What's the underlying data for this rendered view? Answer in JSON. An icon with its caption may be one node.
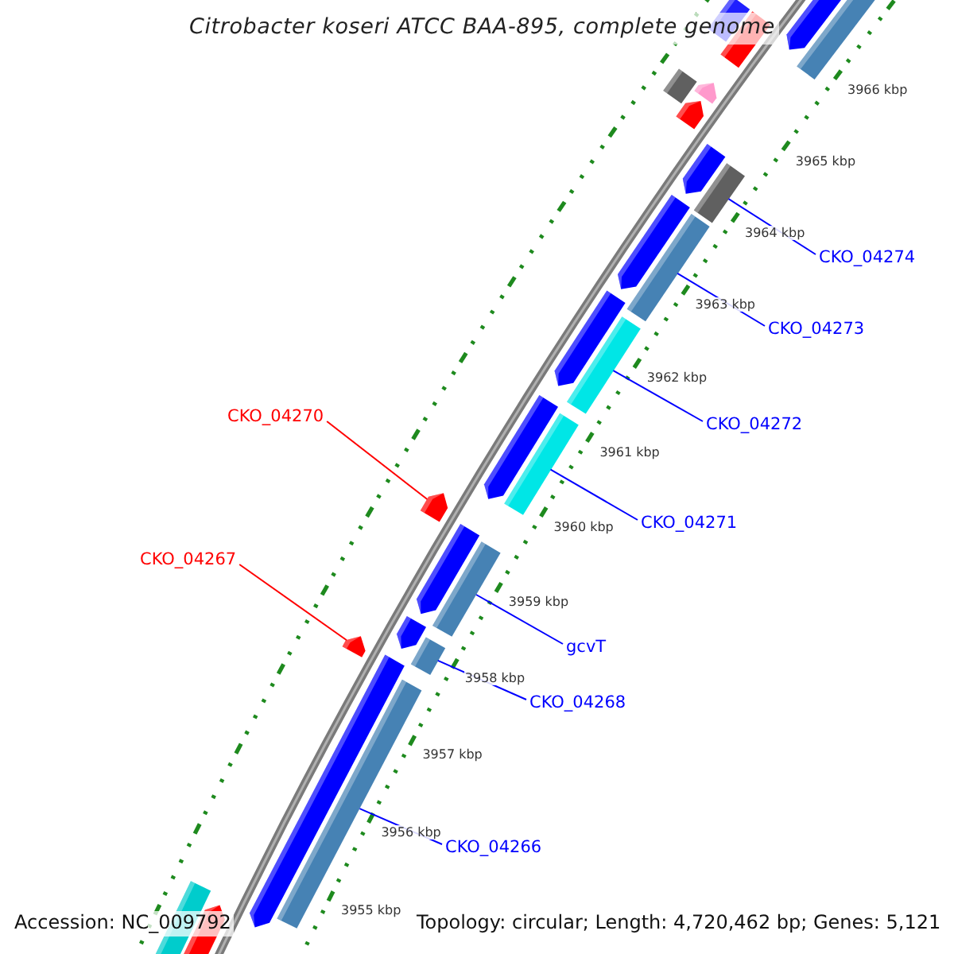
{
  "diagram": {
    "title": "Citrobacter koseri ATCC BAA-895, complete genome",
    "nodes": [
      {
        "text": [
          "CKO_04274"
        ]
      },
      {
        "text": [
          "CKO_04273"
        ]
      },
      {
        "text": [
          "CKO_04270"
        ]
      },
      {
        "text": [
          "CKO_04272"
        ]
      },
      {
        "text": [
          "CKO_04271"
        ]
      },
      {
        "text": [
          "CKO_04267"
        ]
      },
      {
        "text": [
          "gcvT"
        ]
      },
      {
        "text": [
          "CKO_04268"
        ]
      },
      {
        "text": [
          "CKO_04266"
        ]
      },
      {
        "text": [],
        "shape": "arrow"
      },
      {
        "text": [],
        "shape": "bar"
      },
      {
        "text": [],
        "shape": "bar"
      },
      {
        "text": [],
        "shape": "bar"
      },
      {
        "text": [],
        "shape": "bar"
      },
      {
        "text": [],
        "shape": "arrow"
      },
      {
        "text": [],
        "shape": "bar"
      },
      {
        "text": [],
        "shape": "arrow"
      },
      {
        "text": [],
        "shape": "bar"
      },
      {
        "text": [],
        "shape": "bar"
      }
    ],
    "edges": [
      {
        "from": 0,
        "to": 10,
        "arrow": "none"
      },
      {
        "from": 1,
        "to": 11,
        "arrow": "none"
      },
      {
        "from": 2,
        "to": 14,
        "arrow": "none",
        "color": "#ff0000"
      },
      {
        "from": 3,
        "to": 12,
        "arrow": "none"
      },
      {
        "from": 4,
        "to": 13,
        "arrow": "none"
      },
      {
        "from": 5,
        "to": 16,
        "arrow": "none",
        "color": "#ff0000"
      },
      {
        "from": 6,
        "to": 15,
        "arrow": "none"
      },
      {
        "from": 7,
        "to": 17,
        "arrow": "none"
      },
      {
        "from": 8,
        "to": 18,
        "arrow": "none"
      }
    ],
    "labels": [
      "3966 kbp",
      "3965 kbp",
      "3964 kbp",
      "3963 kbp",
      "3962 kbp",
      "3961 kbp",
      "3960 kbp",
      "3959 kbp",
      "3958 kbp",
      "3957 kbp",
      "3956 kbp",
      "3955 kbp",
      "Accession: NC_009792",
      "Topology: circular; Length: 4,720,462 bp; Genes: 5,121"
    ]
  }
}
